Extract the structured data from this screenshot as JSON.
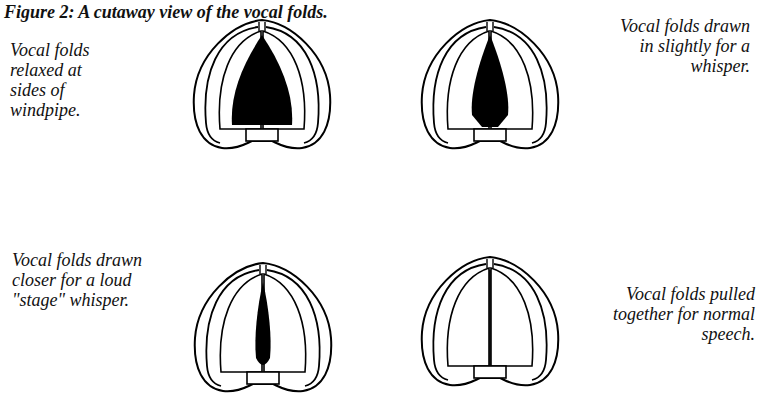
{
  "diagram": {
    "title": "Figure 2: A cutaway view of the vocal folds.",
    "labels": [
      "Vocal folds relaxed at sides of windpipe.",
      "Vocal folds drawn in slightly for a whisper.",
      "Vocal folds drawn closer for a loud \"stage\" whisper.",
      "Vocal folds pulled together for normal speech."
    ]
  }
}
